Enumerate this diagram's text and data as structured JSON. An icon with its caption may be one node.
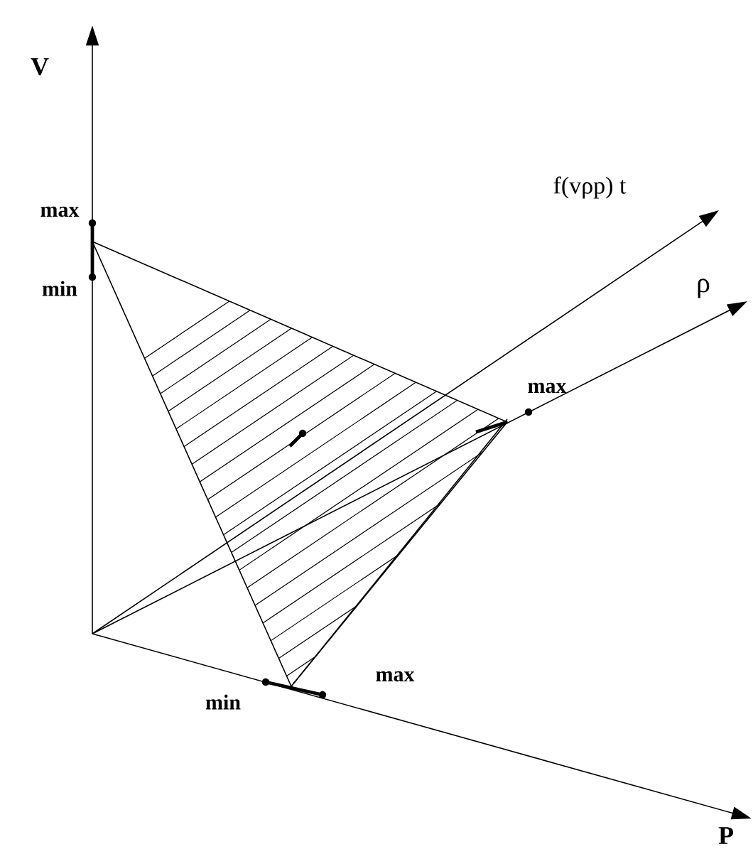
{
  "diagram": {
    "labels": [
      "V",
      "f(vρp) t",
      "max",
      "min",
      "ρ",
      "max",
      "max",
      "min",
      "P"
    ]
  }
}
